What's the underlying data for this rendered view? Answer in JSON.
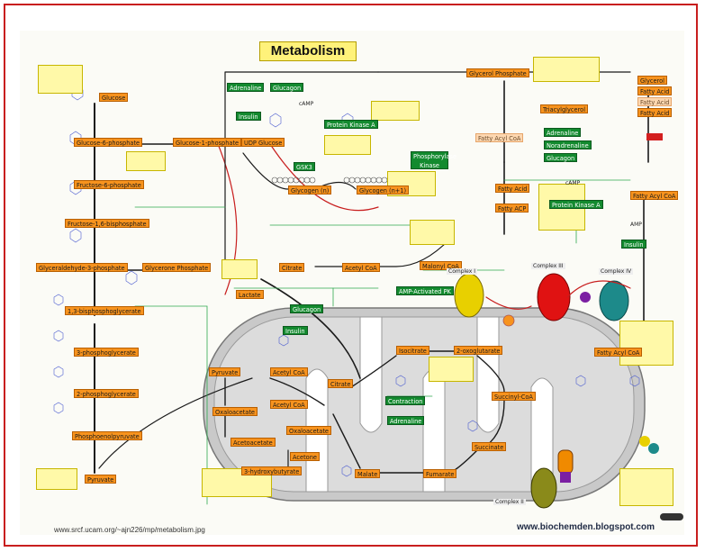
{
  "title": "Metabolism",
  "credit": "www.srcf.ucam.org/~ajn226/mp/metabolism.jpg",
  "site": "www.biochemden.blogspot.com",
  "badge": "",
  "colors": {
    "metabolite": "#f7931e",
    "metabolite_faded": "#fdd7b0",
    "regulator": "#138a2f",
    "note": "#fff9a8",
    "frame": "#c81e1e",
    "mitochondrion": "#c9c9c9"
  },
  "metabolites": [
    {
      "key": "glucose",
      "label": "Glucose"
    },
    {
      "key": "g6p",
      "label": "Glucose-6-phosphate"
    },
    {
      "key": "g1p",
      "label": "Glucose-1-phosphate"
    },
    {
      "key": "udpg",
      "label": "UDP Glucose"
    },
    {
      "key": "f6p",
      "label": "Fructose-6-phosphate"
    },
    {
      "key": "f16bp",
      "label": "Fructose-1,6-bisphosphate"
    },
    {
      "key": "g3p",
      "label": "Glyceraldehyde-3-phosphate"
    },
    {
      "key": "glycerolp",
      "label": "Glycerone Phosphate"
    },
    {
      "key": "bpg",
      "label": "1,3-bisphosphoglycerate"
    },
    {
      "key": "pg3",
      "label": "3-phosphoglycerate"
    },
    {
      "key": "pg2",
      "label": "2-phosphoglycerate"
    },
    {
      "key": "pep",
      "label": "Phosphoenolpyruvate"
    },
    {
      "key": "pyruvate",
      "label": "Pyruvate"
    },
    {
      "key": "lactate",
      "label": "Lactate"
    },
    {
      "key": "glycogen_n",
      "label": "Glycogen (n)"
    },
    {
      "key": "glycogen_n1",
      "label": "Glycogen (n+1)"
    },
    {
      "key": "glycerol_p",
      "label": "Glycerol Phosphate"
    },
    {
      "key": "triacyl",
      "label": "Triacylglycerol"
    },
    {
      "key": "glycerol",
      "label": "Glycerol"
    },
    {
      "key": "fatty_acid_a",
      "label": "Fatty Acid"
    },
    {
      "key": "fatty_acid_b",
      "label": "Fatty Acid"
    },
    {
      "key": "fatty_acid_r",
      "label": "Fatty Acid"
    },
    {
      "key": "fatty_acyl_coa_r",
      "label": "Fatty Acyl CoA"
    },
    {
      "key": "fatty_acyl_coa_m",
      "label": "Fatty Acyl CoA"
    },
    {
      "key": "fatty_acid_m",
      "label": "Fatty Acid"
    },
    {
      "key": "fatty_acp",
      "label": "Fatty ACP"
    },
    {
      "key": "malonyl",
      "label": "Malonyl CoA"
    },
    {
      "key": "citrate_c",
      "label": "Citrate"
    },
    {
      "key": "acetyl_c",
      "label": "Acetyl CoA"
    },
    {
      "key": "fatty_acyl_coa_mt",
      "label": "Fatty Acyl CoA"
    },
    {
      "key": "pyruvate_m",
      "label": "Pyruvate"
    },
    {
      "key": "acetyl_m",
      "label": "Acetyl CoA"
    },
    {
      "key": "oxalo_a",
      "label": "Oxaloacetate"
    },
    {
      "key": "acetyl_m2",
      "label": "Acetyl CoA"
    },
    {
      "key": "acetoacetate",
      "label": "Acetoacetate"
    },
    {
      "key": "citrate_m",
      "label": "Citrate"
    },
    {
      "key": "isocitrate",
      "label": "Isocitrate"
    },
    {
      "key": "akg",
      "label": "2-oxoglutarate"
    },
    {
      "key": "succcoa",
      "label": "Succinyl-CoA"
    },
    {
      "key": "succinate",
      "label": "Succinate"
    },
    {
      "key": "fumarate",
      "label": "Fumarate"
    },
    {
      "key": "malate",
      "label": "Malate"
    },
    {
      "key": "oxalo_b",
      "label": "Oxaloacetate"
    },
    {
      "key": "acetone",
      "label": "Acetone"
    },
    {
      "key": "hydroxybut",
      "label": "3-hydroxybutyrate"
    }
  ],
  "regulators": [
    {
      "key": "adrenaline1",
      "label": "Adrenaline"
    },
    {
      "key": "glucagon1",
      "label": "Glucagon"
    },
    {
      "key": "insulin1",
      "label": "Insulin"
    },
    {
      "key": "pka1",
      "label": "Protein Kinase A"
    },
    {
      "key": "gsk3",
      "label": "GSK3"
    },
    {
      "key": "phos_kinase",
      "label": "Phosphorylase Kinase"
    },
    {
      "key": "adrenaline2",
      "label": "Adrenaline"
    },
    {
      "key": "noradrenaline",
      "label": "Noradrenaline"
    },
    {
      "key": "glucagon2",
      "label": "Glucagon"
    },
    {
      "key": "pka2",
      "label": "Protein Kinase A"
    },
    {
      "key": "insulin2",
      "label": "Insulin"
    },
    {
      "key": "ampk",
      "label": "AMP-Activated PK"
    },
    {
      "key": "glucagon3",
      "label": "Glucagon"
    },
    {
      "key": "insulin3",
      "label": "Insulin"
    },
    {
      "key": "contraction",
      "label": "Contraction"
    },
    {
      "key": "adrenaline3",
      "label": "Adrenaline"
    }
  ],
  "complexes": [
    {
      "key": "c1",
      "label": "Complex I"
    },
    {
      "key": "c2",
      "label": "Complex II"
    },
    {
      "key": "c3",
      "label": "Complex III"
    },
    {
      "key": "c4",
      "label": "Complex IV"
    }
  ],
  "small_labels": [
    {
      "key": "camp1",
      "label": "cAMP"
    },
    {
      "key": "camp2",
      "label": "cAMP"
    },
    {
      "key": "amp",
      "label": "AMP"
    }
  ]
}
